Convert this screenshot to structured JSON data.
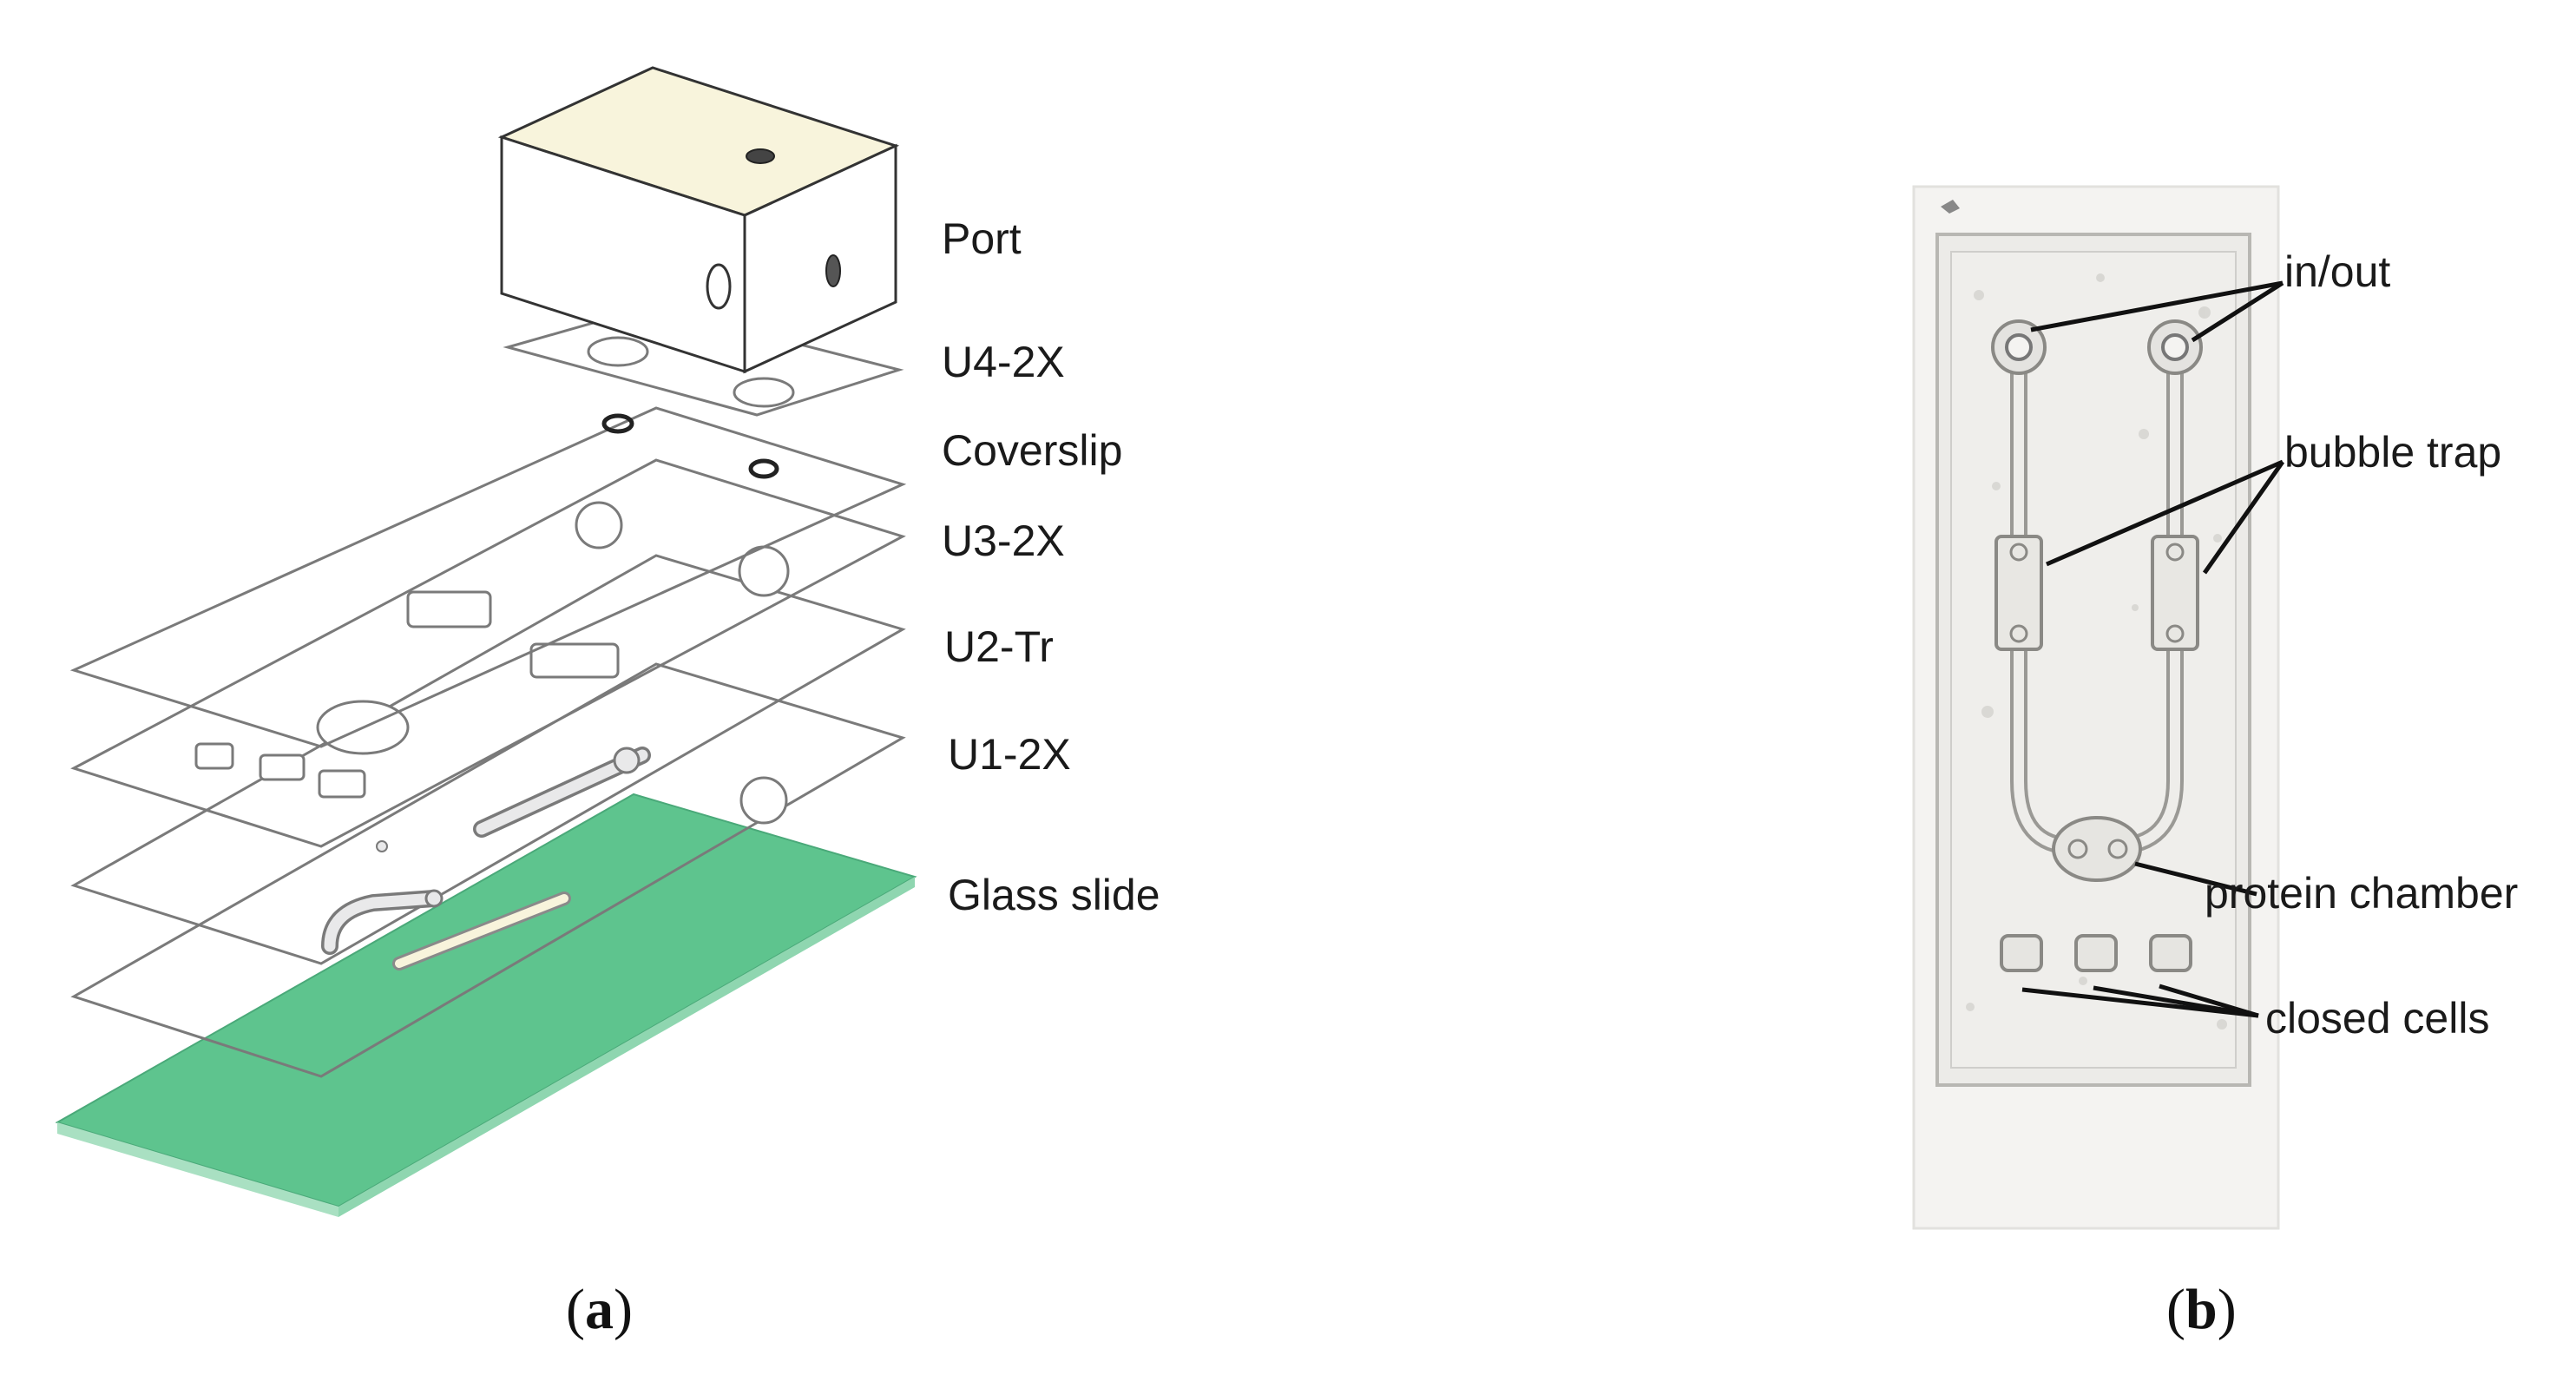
{
  "panel_a": {
    "caption_open": "(",
    "caption_letter": "a",
    "caption_close": ")",
    "layers": [
      "Port",
      "U4-2X",
      "Coverslip",
      "U3-2X",
      "U2-Tr",
      "U1-2X",
      "Glass slide"
    ]
  },
  "panel_b": {
    "caption_open": "(",
    "caption_letter": "b",
    "caption_close": ")",
    "annotations": [
      "in/out",
      "bubble trap",
      "protein chamber",
      "closed cells"
    ]
  },
  "colors": {
    "cream_layer": "#f8f4dc",
    "gray_layer": "#e9e9ea",
    "coverslip": "#f3f3f5",
    "glass_slide": "#5ec48e",
    "glass_edge": "#a9e0c2",
    "chip_bg": "#f1f0ee"
  }
}
